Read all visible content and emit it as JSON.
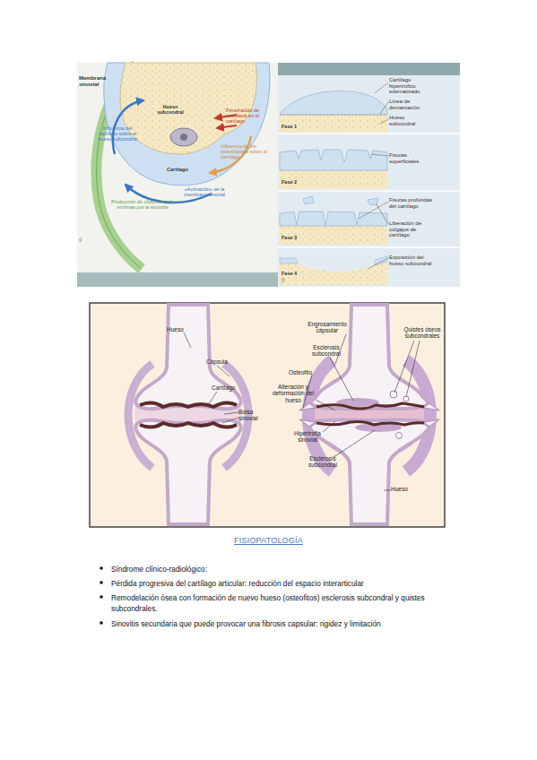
{
  "diagram": {
    "title": "FISIOPATOLOGÍA",
    "labels": [
      "Membrana sinovial",
      "Hueso subcondral",
      "Penetración de neovasos en el cartílago",
      "Influencia del cartílago sobre el hueso subcondral",
      "Influencia de los osteoblastos sobre el cartílago",
      "Cartílago",
      "«Activación» de la membrana sinovial",
      "Producción de citocinas y de enzimas por la sinovitis",
      "©",
      "Cartílago hipertrófico edematizado",
      "Línea de demarcación",
      "Hueso subcondral",
      "Fase 1",
      "Fisuras superficiales",
      "Fase 2",
      "Fisuras profundas del cartílago",
      "Liberación de colgajos de cartílago",
      "Fase 3",
      "Exposición del hueso subcondral",
      "Fase 4",
      "©",
      "Hueso",
      "Cápsula",
      "Cartílago",
      "Bolsa sinovial",
      "Engrosamiento cápsular",
      "Quistes óseos subcondrales",
      "Esclerosis subcondral",
      "Osteofito",
      "Alteración y deformación del hueso",
      "Hipertrofia sinovial",
      "Esclerosis subcondral",
      "Hueso",
      "Síndrome clínico-radiológico:",
      "Pérdida progresiva del cartílago articular: reducción del espacio interarticular",
      "Remodelación ósea con formación de nuevo hueso (osteofitos) esclerosis subcondral y quistes subcondrales.",
      "Sinovitis secundaria que puede provocar una fibrosis capsular: rigidez y limitación"
    ]
  }
}
